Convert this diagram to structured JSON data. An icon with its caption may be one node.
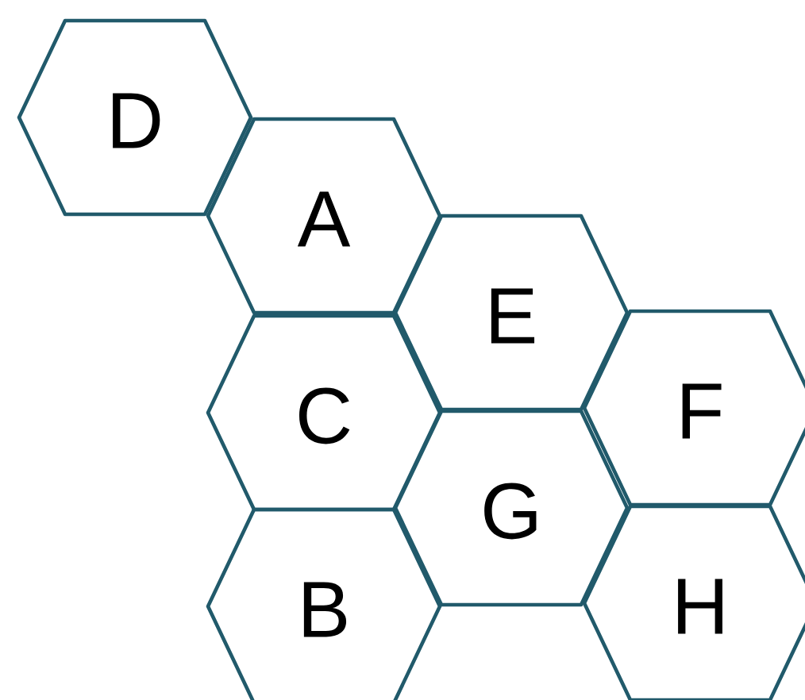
{
  "diagram": {
    "nodes": [
      {
        "text": [
          "D"
        ]
      },
      {
        "text": [
          "A"
        ]
      },
      {
        "text": [
          "E"
        ]
      },
      {
        "text": [
          "F"
        ]
      },
      {
        "text": [
          "C"
        ]
      },
      {
        "text": [
          "G"
        ]
      },
      {
        "text": [
          "B"
        ]
      },
      {
        "text": [
          "H"
        ]
      }
    ]
  }
}
